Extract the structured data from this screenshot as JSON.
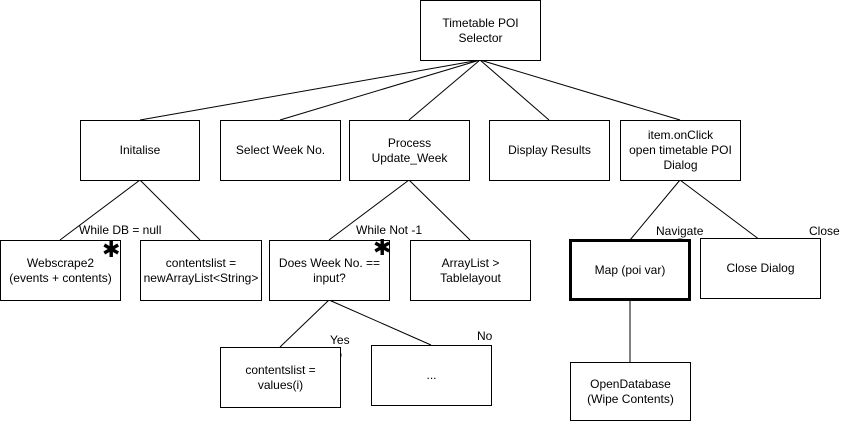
{
  "nodes": {
    "root": "Timetable POI\nSelector",
    "initalise": "Initalise",
    "select_week": "Select Week No.",
    "process": "Process\nUpdate_Week",
    "display": "Display Results",
    "onclick": "item.onClick\nopen timetable POI\nDialog",
    "webscrape": "Webscrape2\n(events + contents)",
    "contentslist_new": "contentslist =\nnewArrayList<String>",
    "does_week": "Does Week No. ==\ninput?",
    "arraylist": "ArrayList >\nTablelayout",
    "map": "Map (poi var)",
    "close_dialog": "Close Dialog",
    "contentslist_values": "contentslist =\nvalues(i)",
    "ellipsis": "...",
    "open_db": "OpenDatabase\n(Wipe Contents)"
  },
  "labels": {
    "while_db": "While DB = null",
    "while_not": "While Not -1",
    "navigate": "Navigate",
    "close": "Close",
    "yes": "Yes",
    "no": "No"
  },
  "icons": {
    "iteration": "asterisk-icon",
    "selection": "circle-icon"
  },
  "colors": {
    "line": "#000000",
    "background": "#ffffff"
  }
}
